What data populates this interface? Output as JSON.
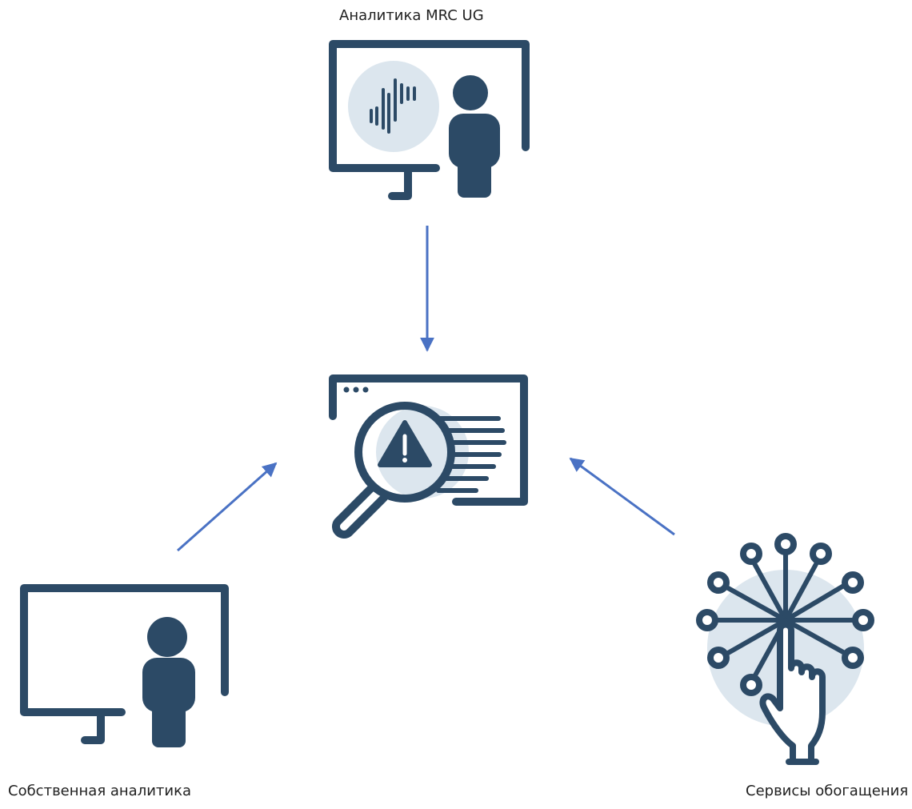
{
  "nodes": {
    "top": {
      "label": "Аналитика  MRC UG",
      "icon": "monitor-presenter-icon"
    },
    "center": {
      "icon": "threat-search-icon"
    },
    "left": {
      "label": "Собственная  аналитика",
      "icon": "monitor-presenter-icon"
    },
    "right": {
      "label": "Сервисы обогащения",
      "icon": "touch-network-icon"
    }
  },
  "edges": [
    {
      "from": "top",
      "to": "center"
    },
    {
      "from": "left",
      "to": "center"
    },
    {
      "from": "right",
      "to": "center"
    }
  ],
  "colors": {
    "icon": "#2c4a66",
    "icon_fill": "#dce6ee",
    "arrow": "#4a72c4",
    "text": "#1f1f1f"
  }
}
